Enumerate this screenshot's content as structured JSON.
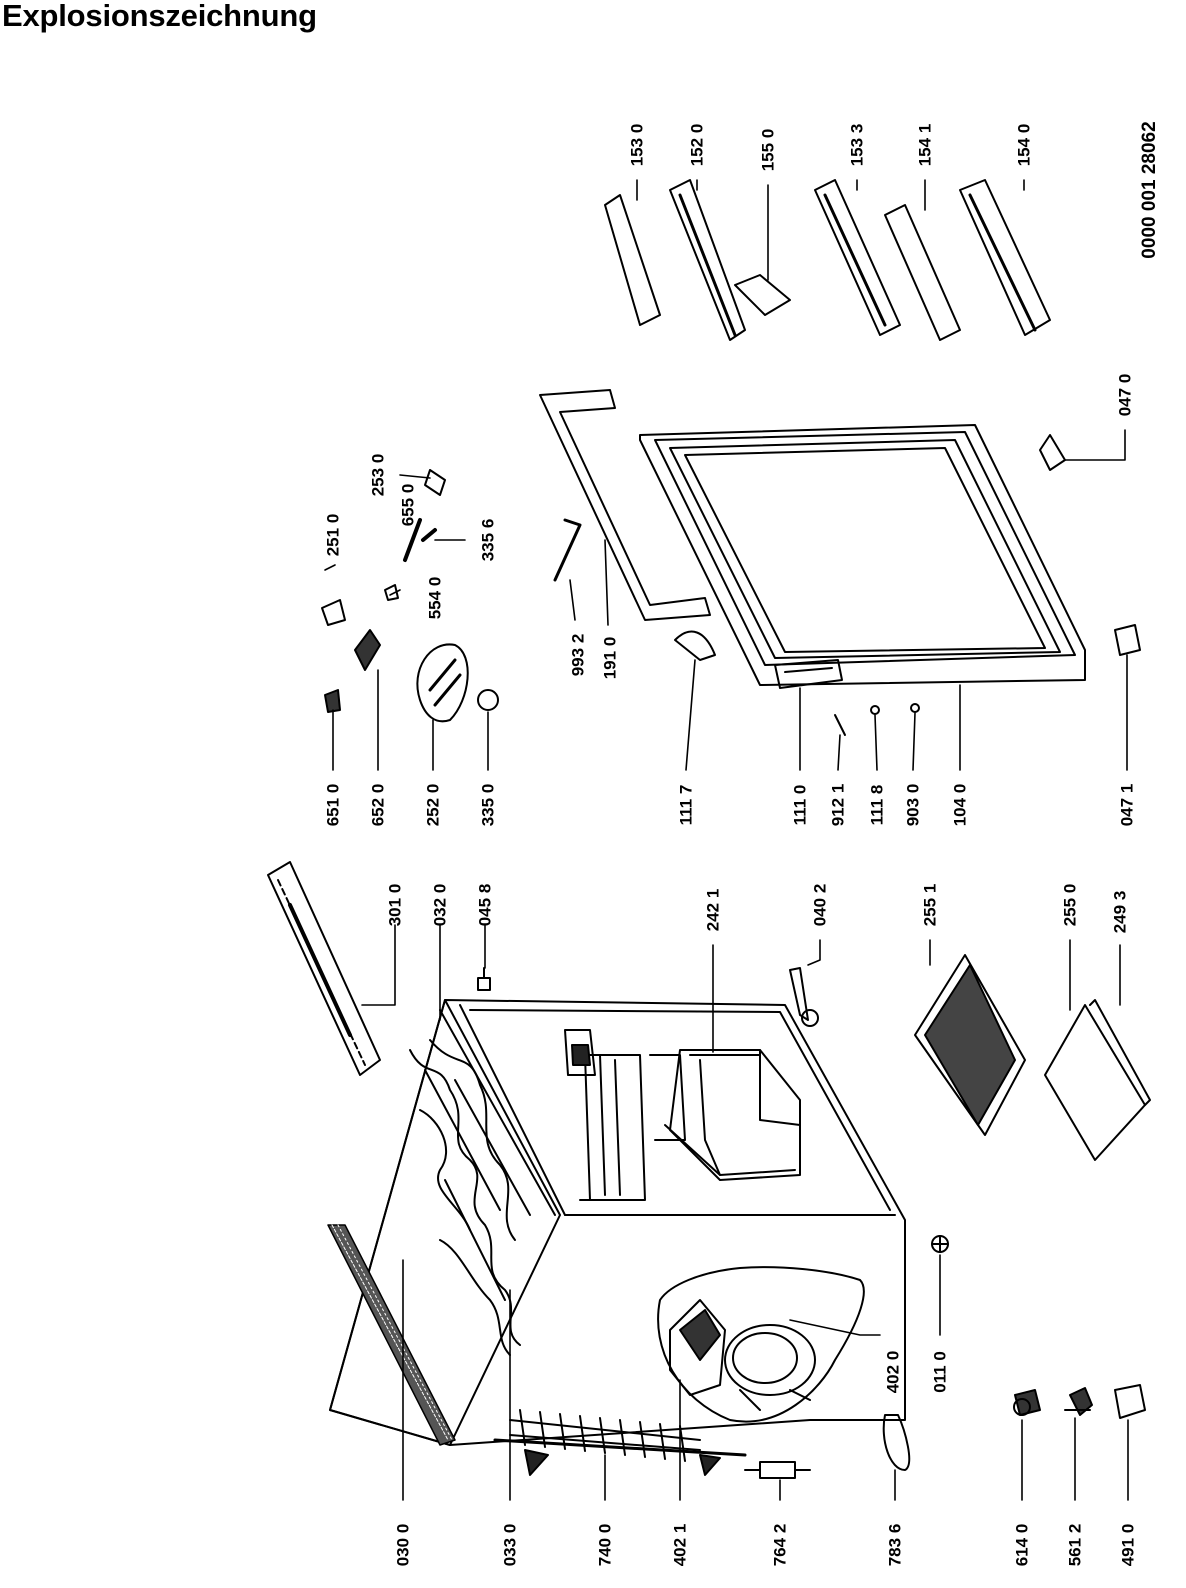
{
  "title": "Explosionszeichnung",
  "document_number": "0000 001 28062",
  "part_labels": {
    "p0300": "030 0",
    "p0330": "033 0",
    "p7400": "740 0",
    "p4021": "402 1",
    "p7642": "764 2",
    "p7836": "783 6",
    "p6140": "614 0",
    "p5612": "561 2",
    "p4910": "491 0",
    "p4020": "402 0",
    "p0110": "011 0",
    "p3010": "301 0",
    "p0320": "032 0",
    "p0458": "045 8",
    "p2421": "242 1",
    "p0402": "040 2",
    "p2551": "255 1",
    "p2550": "255 0",
    "p2493": "249 3",
    "p6510": "651 0",
    "p6520": "652 0",
    "p2520": "252 0",
    "p3350": "335 0",
    "p5540": "554 0",
    "p6550": "655 0",
    "p3356": "335 6",
    "p2510": "251 0",
    "p2530": "253 0",
    "p9932": "993 2",
    "p1910": "191 0",
    "p1117": "111 7",
    "p1110": "111 0",
    "p9121": "912 1",
    "p1118": "111 8",
    "p9030": "903 0",
    "p1040": "104 0",
    "p0471": "047 1",
    "p0470": "047 0",
    "p1530": "153 0",
    "p1520": "152 0",
    "p1550": "155 0",
    "p1533": "153 3",
    "p1541": "154 1",
    "p1540": "154 0"
  }
}
